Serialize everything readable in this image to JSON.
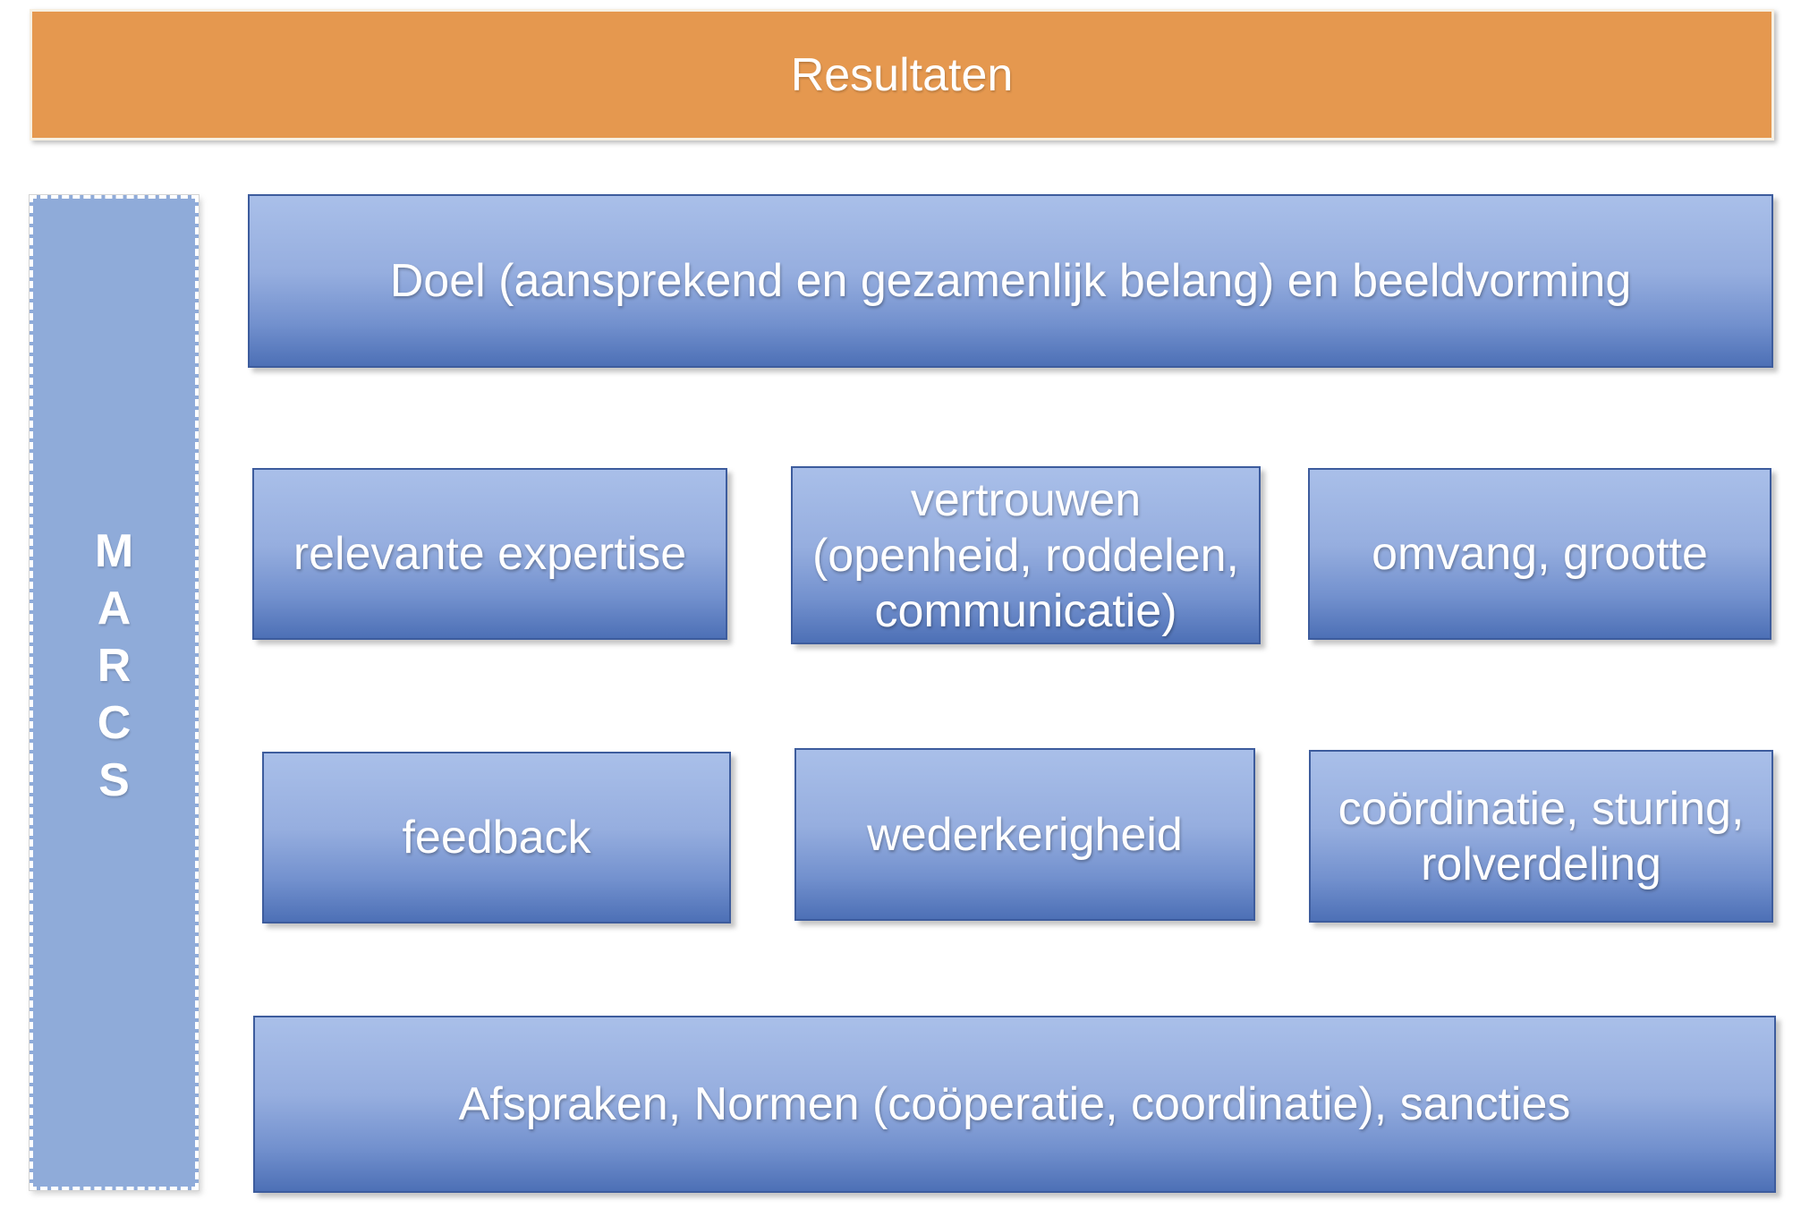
{
  "banner": {
    "label": "Resultaten"
  },
  "sidebar": {
    "letters": [
      "M",
      "A",
      "R",
      "C",
      "S"
    ]
  },
  "boxes": {
    "doel": {
      "label": "Doel (aansprekend en gezamenlijk belang) en beeldvorming"
    },
    "relevante": {
      "label": "relevante expertise"
    },
    "vertrouwen": {
      "label": "vertrouwen\n(openheid, roddelen,\ncommunicatie)"
    },
    "omvang": {
      "label": "omvang, grootte"
    },
    "feedback": {
      "label": "feedback"
    },
    "wederkerigheid": {
      "label": "wederkerigheid"
    },
    "coordinatie": {
      "label": "coördinatie, sturing,\nrolverdeling"
    },
    "afspraken": {
      "label": "Afspraken, Normen (coöperatie, coordinatie), sancties"
    }
  },
  "colors": {
    "banner_orange": "#E5984F",
    "banner_border": "#F7F0E2",
    "sidebar_blue": "#8FABD9",
    "box_gradient_top": "#A9BFE9",
    "box_gradient_bottom": "#4D70B6",
    "box_border": "#3D5C9D",
    "text": "#FFFFFF",
    "background": "#FFFFFF"
  }
}
